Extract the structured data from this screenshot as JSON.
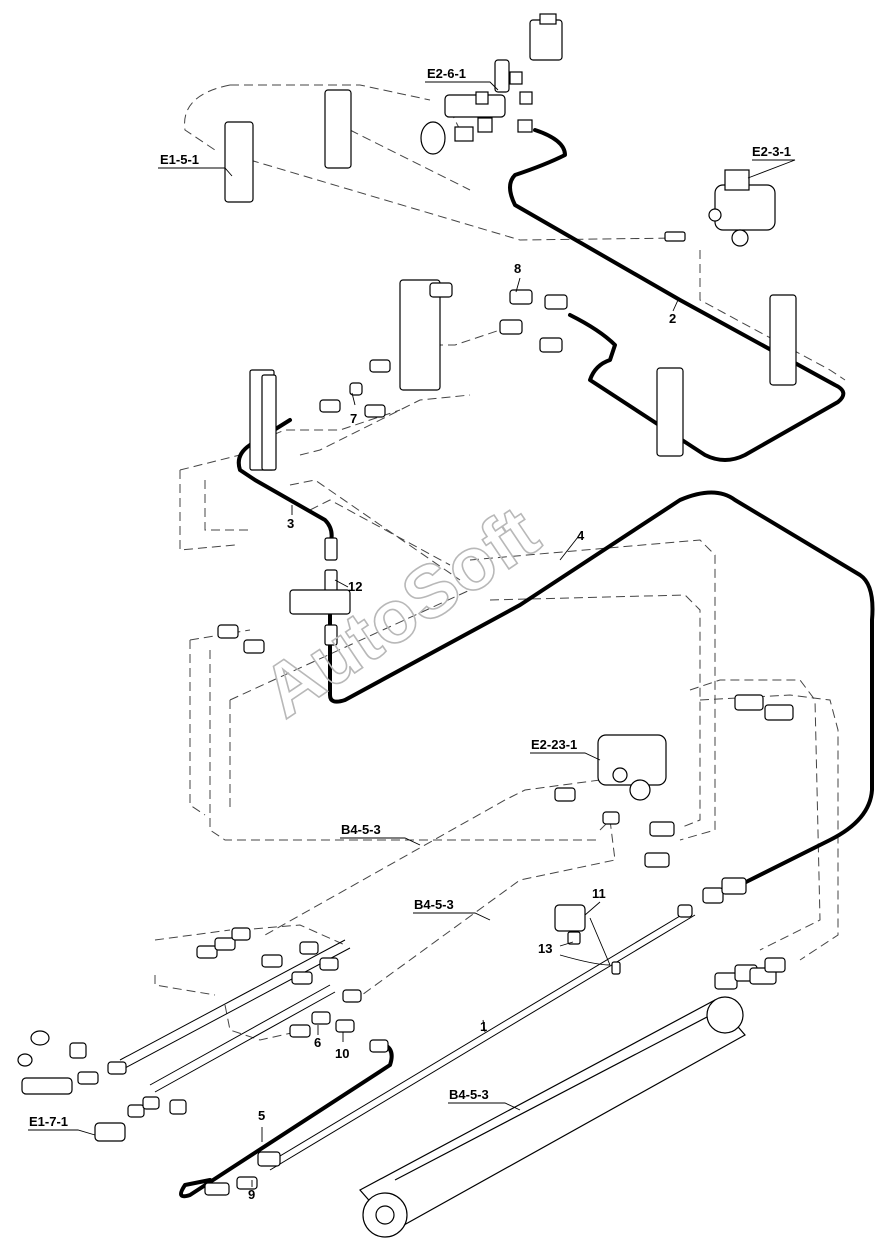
{
  "watermark": "AutoSoft",
  "labels": {
    "e2_6_1": "E2-6-1",
    "e1_5_1": "E1-5-1",
    "e2_3_1": "E2-3-1",
    "e2_23_1": "E2-23-1",
    "b4_5_3_a": "B4-5-3",
    "b4_5_3_b": "B4-5-3",
    "b4_5_3_c": "B4-5-3",
    "e1_7_1": "E1-7-1"
  },
  "callouts": {
    "n1": "1",
    "n2": "2",
    "n3": "3",
    "n4": "4",
    "n5": "5",
    "n6": "6",
    "n7": "7",
    "n8": "8",
    "n9": "9",
    "n10": "10",
    "n11": "11",
    "n12": "12",
    "n13": "13"
  }
}
